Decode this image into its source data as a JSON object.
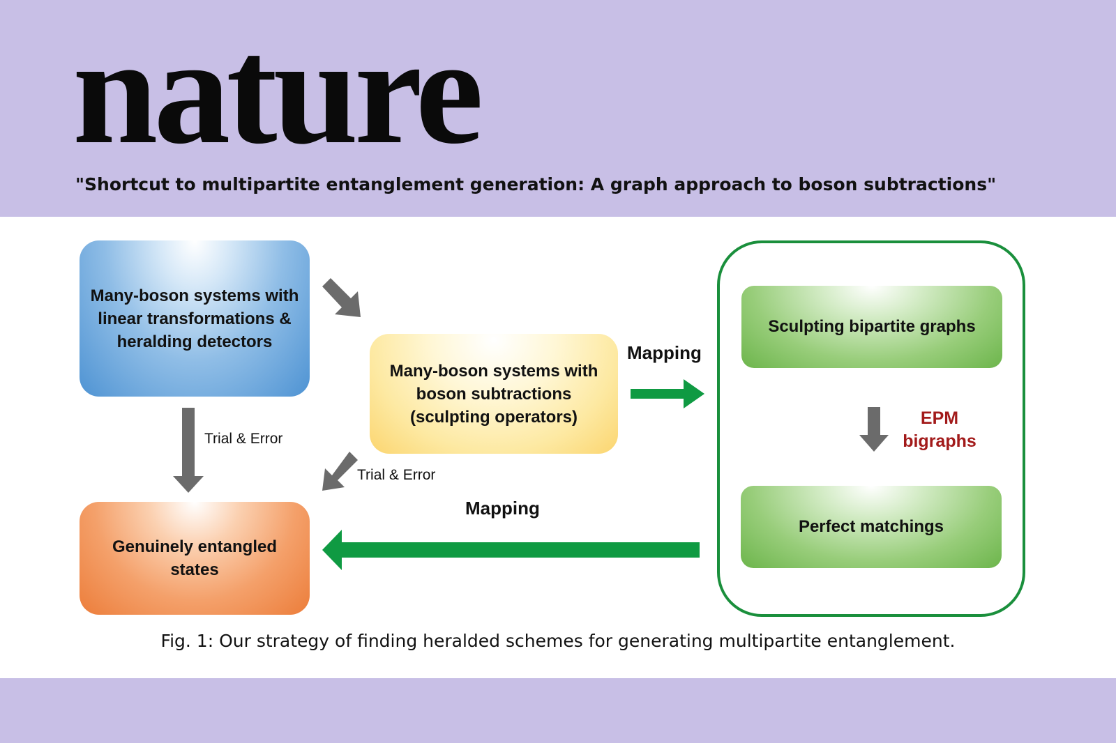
{
  "header": {
    "logo": "nature",
    "paper_title": "\"Shortcut to multipartite entanglement generation: A graph approach to boson subtractions\""
  },
  "diagram": {
    "boxes": {
      "many_boson_linear": "Many-boson systems with linear transformations & heralding detectors",
      "many_boson_subtractions": "Many-boson systems with boson subtractions (sculpting operators)",
      "genuinely_entangled": "Genuinely entangled states",
      "sculpting_bipartite": "Sculpting bipartite graphs",
      "perfect_matchings": "Perfect matchings"
    },
    "labels": {
      "trial_error_vertical": "Trial & Error",
      "trial_error_diagonal": "Trial & Error",
      "mapping_right": "Mapping",
      "mapping_left": "Mapping",
      "epm_line1": "EPM",
      "epm_line2": "bigraphs"
    },
    "colors": {
      "gray_arrow": "#6b6b6b",
      "green_arrow": "#0f9a42",
      "green_frame": "#1a8f3c",
      "epm_text": "#a21a1a",
      "band": "#c8bfe6"
    }
  },
  "caption": "Fig. 1: Our strategy of finding heralded schemes for generating multipartite entanglement."
}
